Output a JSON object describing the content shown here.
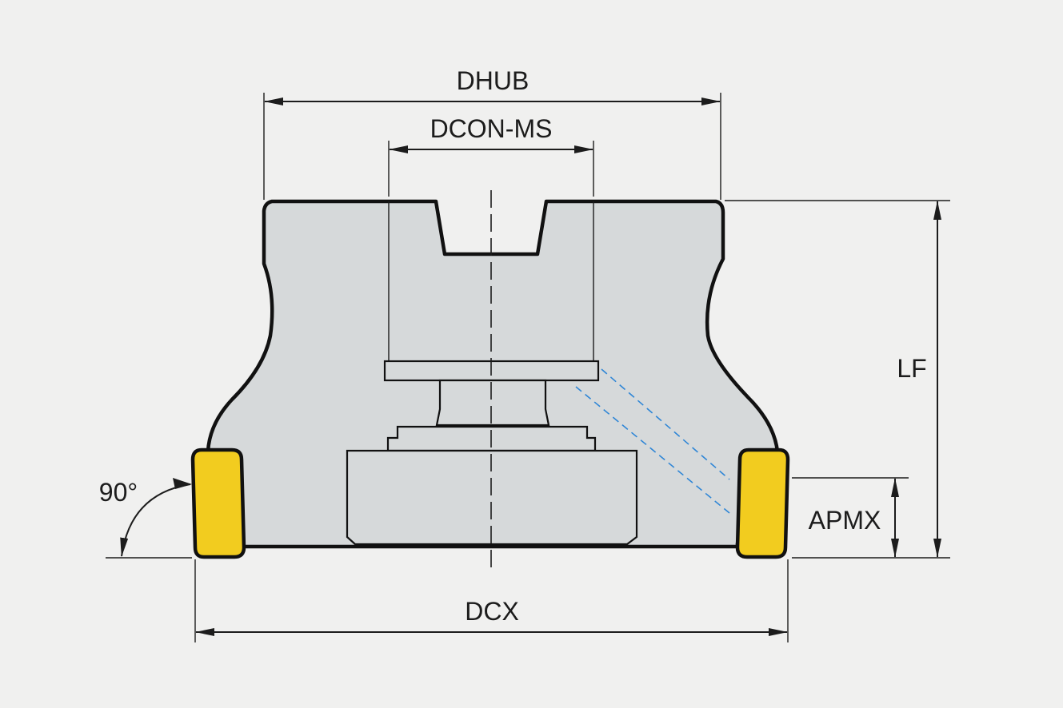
{
  "labels": {
    "dhub": "DHUB",
    "dcon_ms": "DCON-MS",
    "lf": "LF",
    "apmx": "APMX",
    "dcx": "DCX",
    "angle": "90°"
  },
  "colors": {
    "background": "#f0f0ef",
    "body": "#d6d9da",
    "insert": "#f2cc1f",
    "coolant": "#2f86d6",
    "line": "#111111"
  }
}
